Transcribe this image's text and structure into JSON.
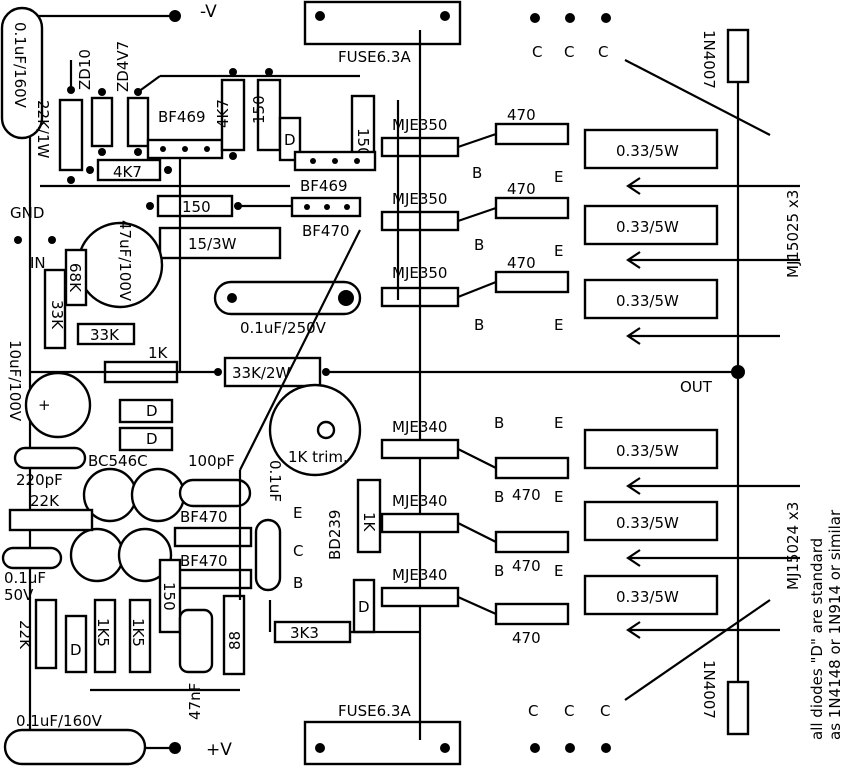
{
  "rails": {
    "neg": "-V",
    "pos": "+V",
    "gnd": "GND",
    "in": "IN",
    "out": "OUT"
  },
  "fuses": {
    "top": "FUSE6.3A",
    "bottom": "FUSE6.3A"
  },
  "labels": {
    "cap_top_left": "0.1uF/160V",
    "zd10": "ZD10",
    "zd4v7": "ZD4V7",
    "r22k_1w": "22K/1W",
    "bf469_a": "BF469",
    "r4k7_v": "4K7",
    "r150_v": "150",
    "r150_v2": "150",
    "r4k7_h": "4K7",
    "bf469_b": "BF469",
    "r150_h": "150",
    "bf470_a": "BF470",
    "r15_3w": "15/3W",
    "cap_47u": "47uF/100V",
    "r68k": "68K",
    "r33k_v": "33K",
    "r33k_h": "33K",
    "cap_250v": "0.1uF/250V",
    "r1k": "1K",
    "r33k_2w": "33K/2W",
    "cap_10u": "10uF/100V",
    "d": "D",
    "c220p": "220pF",
    "bc546c": "BC546C",
    "c100p": "100pF",
    "r22k": "22K",
    "bf470_b": "BF470",
    "bf470_c": "BF470",
    "c01u_50v": "0.1uF",
    "v50": "50V",
    "r22k_v": "22K",
    "r1k5_a": "1K5",
    "r1k5_b": "1K5",
    "r150_low": "150",
    "c47n": "47nF",
    "r88": "88",
    "r3k3": "3K3",
    "trim": "1K trim.",
    "c01u_v": "0.1uF",
    "bd239": "BD239",
    "r1k_v": "1K",
    "pin_e": "E",
    "pin_c": "C",
    "pin_b": "B",
    "cap_bottom": "0.1uF/160V",
    "mje350": "MJE350",
    "mje340": "MJE340",
    "r470": "470",
    "emitter_r": "0.33/5W",
    "pin_B": "B",
    "pin_E": "E",
    "pin_Cc": "C",
    "diode_1n4007": "1N4007",
    "mj15025": "MJ15025 x3",
    "mj15024": "MJ15024 x3",
    "note_1": "all diodes \"D\" are standard",
    "note_2": "as 1N4148 or 1N914 or similar"
  }
}
